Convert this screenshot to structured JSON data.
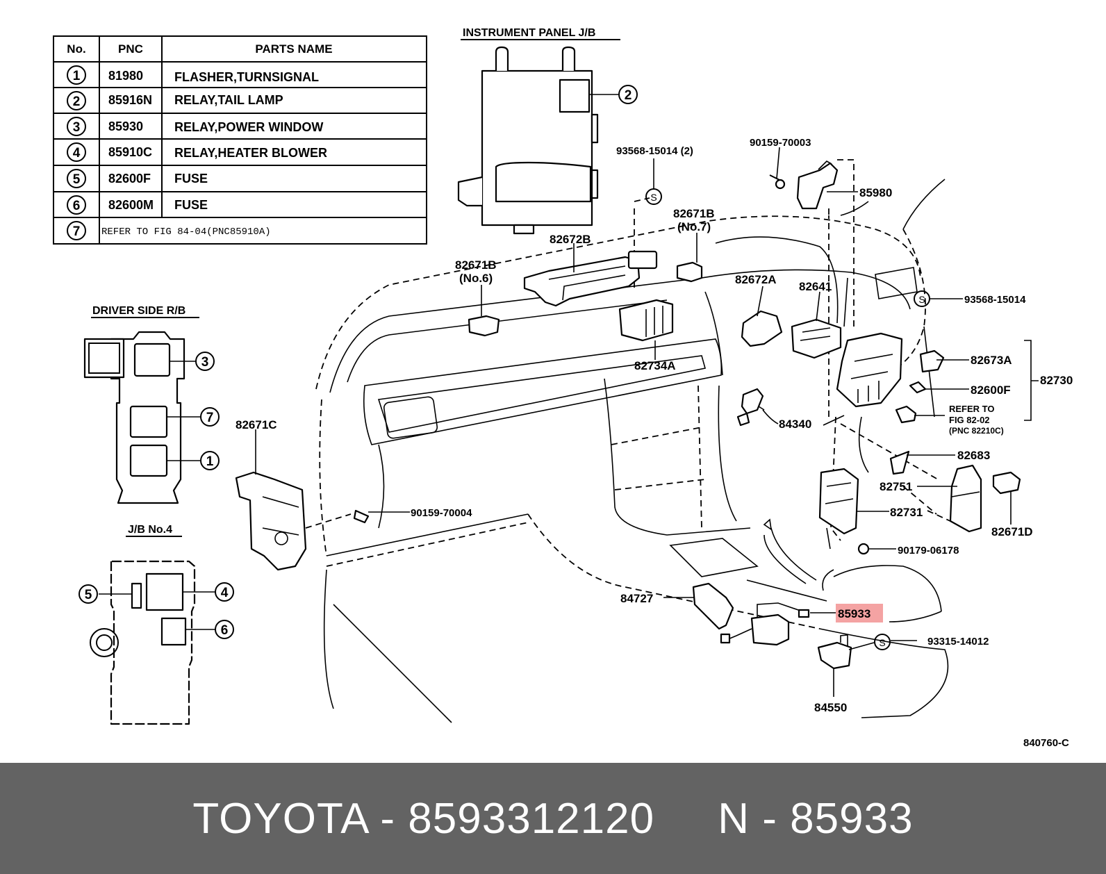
{
  "parts_table": {
    "headers": [
      "No.",
      "PNC",
      "PARTS NAME"
    ],
    "rows": [
      {
        "no": "1",
        "pnc": "81980",
        "name": "FLASHER,TURNSIGNAL"
      },
      {
        "no": "2",
        "pnc": "85916N",
        "name": "RELAY,TAIL LAMP"
      },
      {
        "no": "3",
        "pnc": "85930",
        "name": "RELAY,POWER WINDOW"
      },
      {
        "no": "4",
        "pnc": "85910C",
        "name": "RELAY,HEATER BLOWER"
      },
      {
        "no": "5",
        "pnc": "82600F",
        "name": "FUSE"
      },
      {
        "no": "6",
        "pnc": "82600M",
        "name": "FUSE"
      },
      {
        "no": "7",
        "pnc": "",
        "name": "REFER TO FIG 84-04(PNC85910A)"
      }
    ]
  },
  "section_titles": {
    "instrument_panel": "INSTRUMENT PANEL J/B",
    "driver_side": "DRIVER SIDE R/B",
    "jb4": "J/B No.4"
  },
  "callouts": {
    "c93568_15014_2": "93568-15014 (2)",
    "c90159_70003": "90159-70003",
    "c85980": "85980",
    "c82671b_7_code": "82671B",
    "c82671b_7_sub": "(No.7)",
    "c82672b": "82672B",
    "c82671b_6_code": "82671B",
    "c82671b_6_sub": "(No.6)",
    "c82672a": "82672A",
    "c82641": "82641",
    "c93568_15014": "93568-15014",
    "c82673a": "82673A",
    "c82734a": "82734A",
    "c82730": "82730",
    "c82600f": "82600F",
    "c84340": "84340",
    "c_refer_1": "REFER TO",
    "c_refer_2": "FIG 82-02",
    "c_refer_3": "(PNC 82210C)",
    "c82671c": "82671C",
    "c82683": "82683",
    "c82751": "82751",
    "c82731": "82731",
    "c82671d": "82671D",
    "c90159_70004": "90159-70004",
    "c90179_06178": "90179-06178",
    "c84727": "84727",
    "c85933": "85933",
    "c93315_14012": "93315-14012",
    "c84550": "84550",
    "fig_id": "840760-C",
    "s_mark": "S"
  },
  "highlight_color": "#f4a3a3",
  "footer": {
    "brand": "TOYOTA",
    "sep1": " - ",
    "part_number": "8593312120",
    "gap": "     ",
    "n_label": "N",
    "sep2": " - ",
    "pnc": "85933",
    "background": "#636363"
  }
}
